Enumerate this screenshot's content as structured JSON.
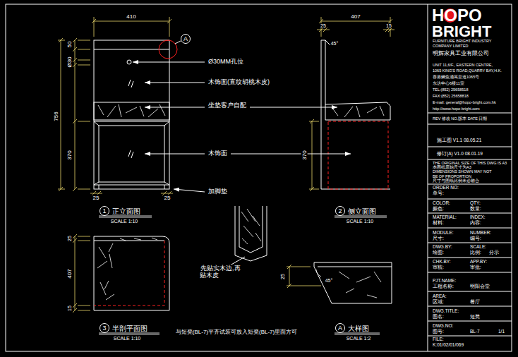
{
  "diagram": {
    "nodes": [
      {
        "text": [
          "A"
        ]
      },
      {
        "text": [
          "1"
        ]
      },
      {
        "text": [
          "2"
        ]
      },
      {
        "text": [
          "3"
        ]
      },
      {
        "text": [
          "A"
        ]
      }
    ],
    "labels": [
      "410",
      "50",
      "Ø30",
      "756",
      "370",
      "25",
      "25",
      "Ø30MM孔位",
      "木饰面(直纹胡桃木皮)",
      "坐垫客户自配",
      "木饰面",
      "加脚垫",
      "正立面图",
      "SCALE 1:10",
      "407",
      "25",
      "15",
      "45°",
      "370",
      "侧立面图",
      "SCALE 1:10",
      "25",
      "407",
      "15",
      "半剖平面图",
      "SCALE 1:10",
      "先贴实木边,再贴木皮",
      "25",
      "45°",
      "大样图",
      "SCALE 1:2",
      "与短凳(BL-7)平齐试装可放入短凳(BL-7)里面方可",
      "HOPO",
      "BRIGHT",
      "FURNITURE BRIGHT INDUSTRY",
      "COMPANY LIMITED",
      "明辉家具工业有限公司",
      "UNIT 11,6/F., EASTERN CENTRE,",
      "1065 KING'S ROAD,QUARRY BAY,H.K.",
      "香港鲗鱼涌英皇道1065号",
      "东达中心6楼11室",
      "TEL:(852) 25658518",
      "FAX:(852) 25658818",
      "E-mail: general@hopo-bright.com.hk",
      "http://www.hopo-bright.com",
      "REV 修改 NO.版本 DATE 日期",
      "施工图 V1.1 08.05.21",
      "修订(A) V1.0 08.01.19",
      "THE ORIGINAL SIZE OF THIS DWG IS A3",
      "本图纸原始尺寸为A3",
      "DIMENSIONS SHOWN MAY NOT",
      "BE OF PROPORTION",
      "尺寸与图纸比例未必吻合",
      "ORDER NO:",
      "单号:",
      "COLOR:",
      "QTY:",
      "颜色:",
      "数量:",
      "MATERIAL:",
      "INDEX:",
      "材料:",
      "内容:",
      "MODULE:",
      "NUMBER:",
      "尺寸:",
      "编号:",
      "DWG.BY:",
      "SCALE:",
      "绘图:",
      "比例:",
      "分示",
      "CHK.BY:",
      "APP.BY:",
      "审核:",
      "审批:",
      "PJT.NAME:",
      "工程名称:",
      "明阳会堂",
      "AREA:",
      "区域:",
      "餐厅",
      "DWG.TITLE:",
      "图名:",
      "短凳",
      "DWG.NO:",
      "图号:",
      "BL-7",
      "1/1",
      "FILE:",
      "K:01/02/01/069"
    ]
  }
}
